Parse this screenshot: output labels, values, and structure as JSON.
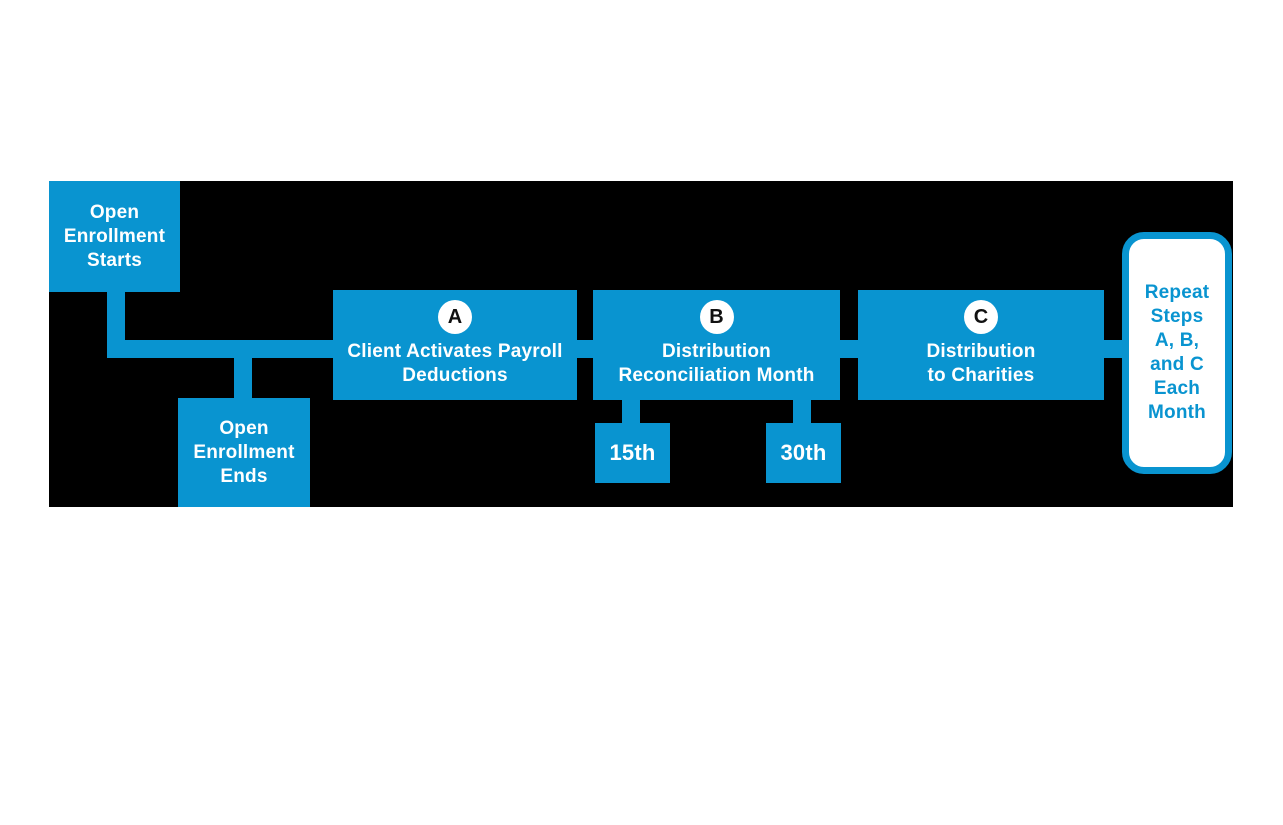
{
  "flowchart": {
    "colors": {
      "accent_blue": "#0994D0",
      "background_black": "#000000",
      "text_white": "#FFFFFF"
    },
    "nodes": {
      "open_enrollment_starts": {
        "label": "Open\nEnrollment\nStarts"
      },
      "open_enrollment_ends": {
        "label": "Open\nEnrollment\nEnds"
      },
      "step_a": {
        "badge": "A",
        "label": "Client Activates Payroll\nDeductions"
      },
      "step_b": {
        "badge": "B",
        "label": "Distribution\nReconciliation Month"
      },
      "step_c": {
        "badge": "C",
        "label": "Distribution\nto Charities"
      },
      "date_15th": {
        "label": "15th"
      },
      "date_30th": {
        "label": "30th"
      },
      "repeat_note": {
        "label": "Repeat\nSteps\nA, B,\nand C\nEach\nMonth"
      }
    }
  }
}
